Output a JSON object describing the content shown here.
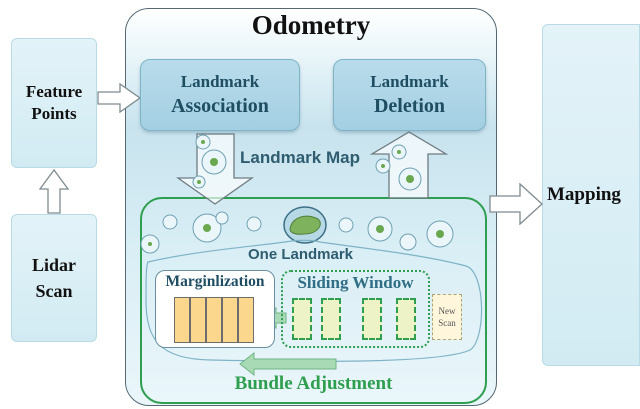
{
  "title": "Odometry",
  "feature_points": {
    "line1": "Feature",
    "line2": "Points"
  },
  "lidar_scan": {
    "line1": "Lidar",
    "line2": "Scan"
  },
  "landmark_association": {
    "line1": "Landmark",
    "line2": "Association"
  },
  "landmark_deletion": {
    "line1": "Landmark",
    "line2": "Deletion"
  },
  "landmark_map": "Landmark Map",
  "one_landmark": "One Landmark",
  "marginalization": "Marginlization",
  "sliding_window": "Sliding Window",
  "new_scan": {
    "line1": "New",
    "line2": "Scan"
  },
  "bundle_adjustment": "Bundle Adjustment",
  "mapping": "Mapping",
  "colors": {
    "landmark_box": "#a3cfe2",
    "green_outline": "#2e9e4f",
    "marginalized_cell": "#fbd78d",
    "window_cell": "#eef2c7",
    "side_box": "#d8eef5"
  }
}
